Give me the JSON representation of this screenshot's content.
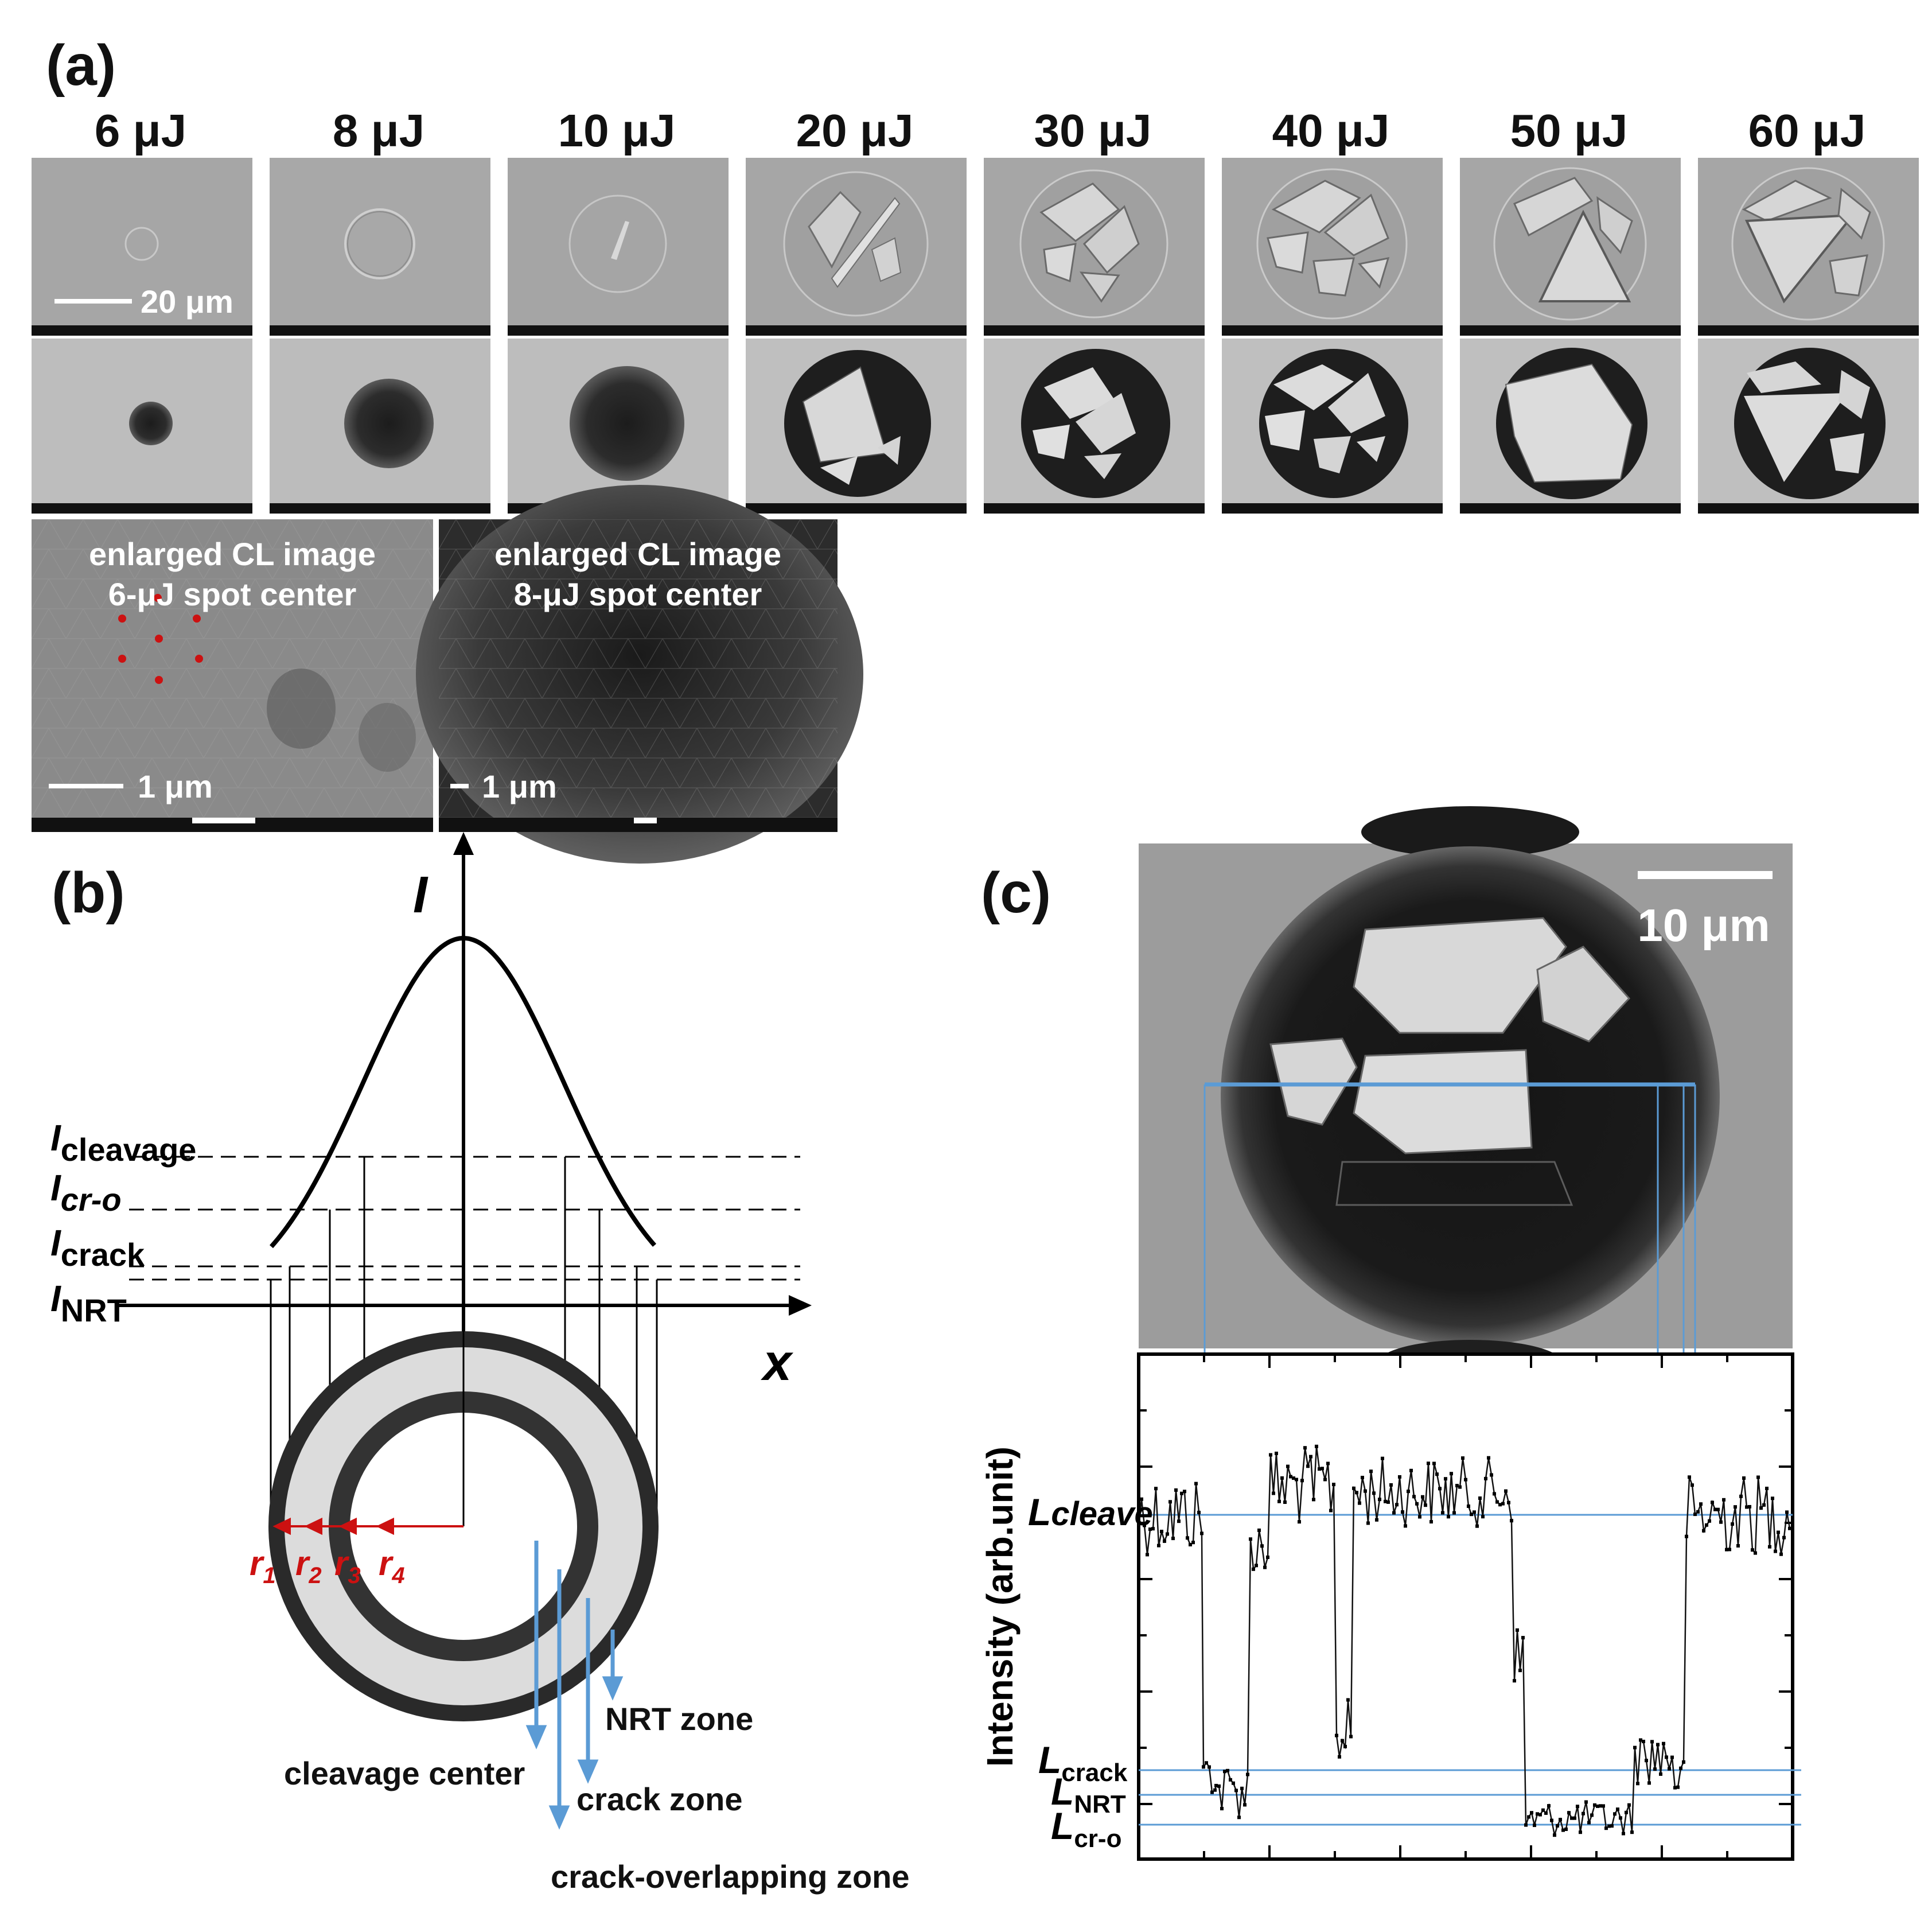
{
  "panel_a": {
    "label": "(a)",
    "energies": [
      "6 μJ",
      "8 μJ",
      "10 μJ",
      "20 μJ",
      "30 μJ",
      "40 μJ",
      "50 μJ",
      "60 μJ"
    ],
    "scalebar_top": "20 μm",
    "enlarged": [
      {
        "line1": "enlarged CL image",
        "line2": "6-μJ spot center",
        "scale": "1 μm"
      },
      {
        "line1": "enlarged CL image",
        "line2": "8-μJ spot center",
        "scale": "1 μm"
      }
    ]
  },
  "panel_b": {
    "label": "(b)",
    "y_axis": "I",
    "x_axis": "x",
    "levels": [
      {
        "main": "I",
        "sub": "cleavage"
      },
      {
        "main": "I",
        "sub": "cr-o"
      },
      {
        "main": "I",
        "sub": "crack"
      },
      {
        "main": "I",
        "sub": "NRT"
      }
    ],
    "radii": [
      {
        "main": "r",
        "sub": "1"
      },
      {
        "main": "r",
        "sub": "2"
      },
      {
        "main": "r",
        "sub": "3"
      },
      {
        "main": "r",
        "sub": "4"
      }
    ],
    "zones": [
      "NRT zone",
      "cleavage center",
      "crack zone",
      "crack-overlapping zone"
    ]
  },
  "panel_c": {
    "label": "(c)",
    "scalebar": "10 μm",
    "ylabel": "Intensity (arb.unit)",
    "levels": [
      {
        "main": "L",
        "sub": "cleave"
      },
      {
        "main": "L",
        "sub": "crack"
      },
      {
        "main": "L",
        "sub": "NRT"
      },
      {
        "main": "L",
        "sub": "cr-o"
      }
    ]
  },
  "colors": {
    "annotation_blue": "#5b9bd5",
    "marker_red": "#cc1111"
  }
}
